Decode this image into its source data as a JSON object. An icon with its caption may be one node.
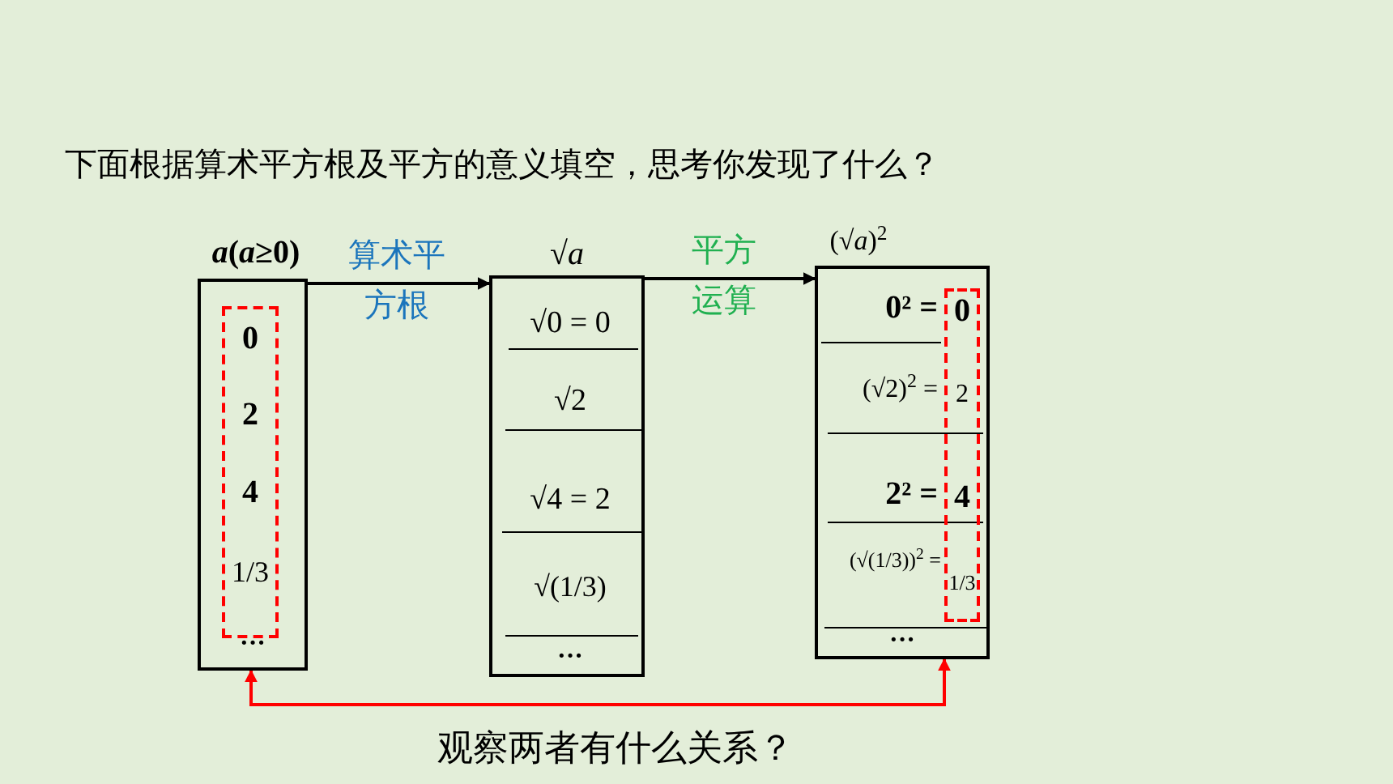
{
  "diagram": {
    "title": "下面根据算术平方根及平方的意义填空，思考你发现了什么？",
    "nodes": [
      {
        "text": [
          "*a*(*a*≥0)",
          "···"
        ]
      },
      {
        "text": [
          "0",
          "2",
          "4",
          "1/3"
        ],
        "in": 0
      },
      {
        "text": [
          "√*a*",
          "√0 = 0",
          "√2",
          "√4 = 2",
          "√(1/3)",
          "···"
        ]
      },
      {
        "text": [
          "(√*a*)$^{2}$",
          "**0² =**",
          "(√2)$^{2}$ =",
          "**2² =**",
          "(√(1/3))$^{2}$ =",
          "···"
        ]
      },
      {
        "text": [
          "0",
          "2",
          "4",
          "1/3"
        ],
        "in": 3
      }
    ],
    "edges": [
      {
        "from": 0,
        "to": 2,
        "arrow": "to",
        "label": "算术平方根"
      },
      {
        "from": 2,
        "to": 3,
        "arrow": "to",
        "label": "平方运算"
      },
      {
        "from": 0,
        "to": 3,
        "arrow": "both",
        "color": "#ff0000",
        "label": "观察两者有什么关系？"
      }
    ]
  }
}
